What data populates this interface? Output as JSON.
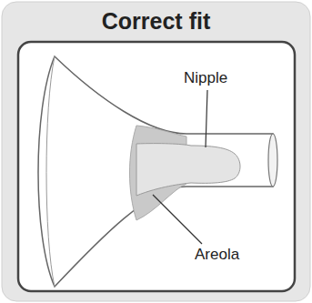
{
  "diagram": {
    "title": "Correct fit",
    "labels": [
      "Nipple",
      "Areola"
    ]
  }
}
